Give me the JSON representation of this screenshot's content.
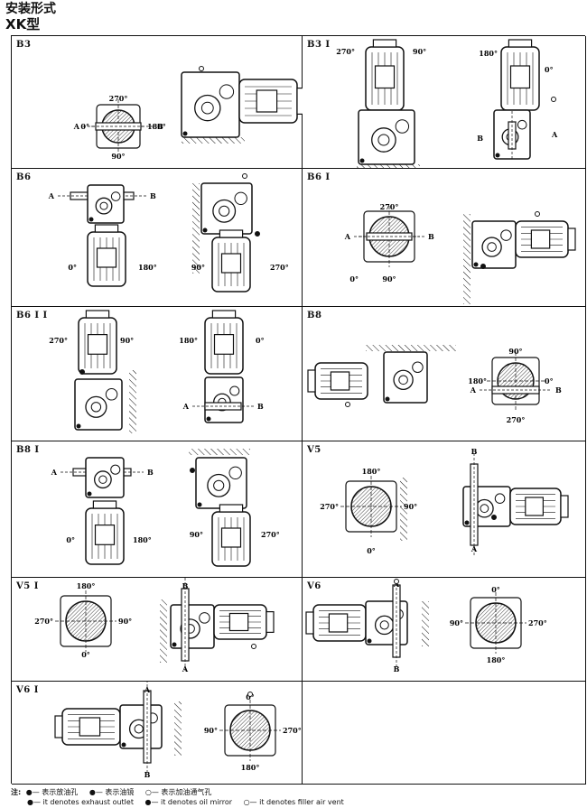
{
  "title": {
    "cn": "安装形式",
    "model": "XK型"
  },
  "cells": [
    {
      "label": "B3",
      "type": "B3"
    },
    {
      "label": "B3 I",
      "type": "B3I"
    },
    {
      "label": "B6",
      "type": "B6"
    },
    {
      "label": "B6 I",
      "type": "B6I"
    },
    {
      "label": "B6 I I",
      "type": "B6II"
    },
    {
      "label": "B8",
      "type": "B8"
    },
    {
      "label": "B8 I",
      "type": "B8I"
    },
    {
      "label": "V5",
      "type": "V5"
    },
    {
      "label": "V5 I",
      "type": "V5I"
    },
    {
      "label": "V6",
      "type": "V6"
    },
    {
      "label": "V6 I",
      "type": "V6I"
    },
    {
      "label": "",
      "type": "empty"
    }
  ],
  "marks": {
    "deg0": "0°",
    "deg90": "90°",
    "deg180": "180°",
    "deg270": "270°",
    "A": "A",
    "B": "B"
  },
  "legend": {
    "note": "注:",
    "cn": [
      "— 表示放油孔",
      "— 表示油镜",
      "— 表示加油通气孔"
    ],
    "en": [
      "— it denotes exhaust outlet",
      "— it denotes oil mirror",
      "— it denotes filler air vent"
    ],
    "symbols": [
      "filled-dot",
      "filled-dot",
      "open-dot"
    ]
  }
}
